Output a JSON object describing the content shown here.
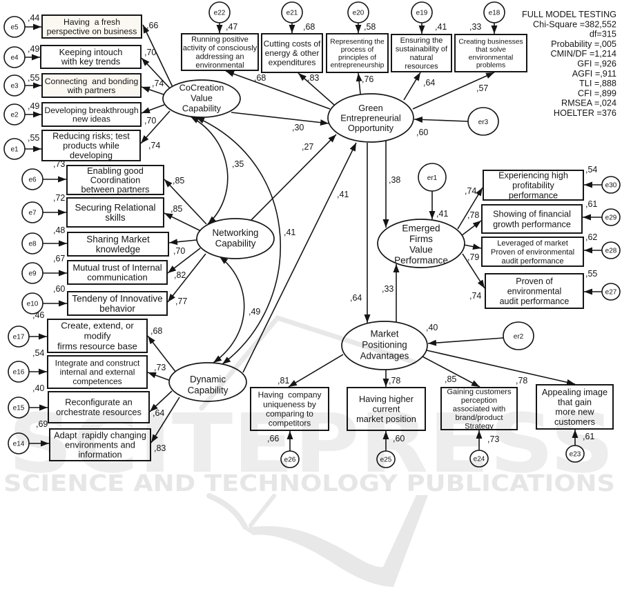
{
  "diagram": {
    "fit_statistics": {
      "title": "FULL MODEL TESTING",
      "lines": [
        "Chi-Square =382,552",
        "df=315",
        "Probability =,005",
        "CMIN/DF =1,214",
        "GFI =,926",
        "AGFI =,911",
        "TLI =,888",
        "CFI =,899",
        "RMSEA =,024",
        "HOELTER =376"
      ]
    },
    "latents": [
      {
        "name": "CoCreation Value Capability",
        "lines": [
          "CoCreation",
          "Value",
          "Capability"
        ]
      },
      {
        "name": "Networking Capability",
        "lines": [
          "Networking",
          "Capability"
        ]
      },
      {
        "name": "Dynamic Capability",
        "lines": [
          "Dynamic",
          "Capability"
        ]
      },
      {
        "name": "Green Entrepreneurial Opportunity",
        "lines": [
          "Green",
          "Entrepreneurial",
          "Opportunity"
        ],
        "r2": ",60",
        "disturbance": "er3"
      },
      {
        "name": "Emerged Firms Value Performance",
        "lines": [
          "Emerged",
          "Firms",
          "Value",
          "Performance"
        ],
        "r2": ",41",
        "disturbance": "er1"
      },
      {
        "name": "Market Positioning Advantages",
        "lines": [
          "Market",
          "Positioning",
          "Advantages"
        ],
        "r2": ",40",
        "disturbance": "er2"
      }
    ],
    "indicators": [
      {
        "latent": "CoCreation Value Capability",
        "error": "e5",
        "lines": [
          "Having  a fresh",
          "perspective on business"
        ],
        "r2": ",44",
        "loading": ",66"
      },
      {
        "latent": "CoCreation Value Capability",
        "error": "e4",
        "lines": [
          "Keeping intouch",
          "with key trends"
        ],
        "r2": ",49",
        "loading": ",70"
      },
      {
        "latent": "CoCreation Value Capability",
        "error": "e3",
        "lines": [
          "Connecting  and bonding",
          "with partners"
        ],
        "r2": ",55",
        "loading": ",74"
      },
      {
        "latent": "CoCreation Value Capability",
        "error": "e2",
        "lines": [
          "Developing breakthrough",
          "new ideas"
        ],
        "r2": ",49",
        "loading": ",70"
      },
      {
        "latent": "CoCreation Value Capability",
        "error": "e1",
        "lines": [
          "Reducing risks; test",
          "products while",
          "developing"
        ],
        "r2": ",55",
        "loading": ",74"
      },
      {
        "latent": "Networking Capability",
        "error": "e6",
        "lines": [
          "Enabling good",
          "Coordination",
          "between partners"
        ],
        "r2": ",73",
        "loading": ",85"
      },
      {
        "latent": "Networking Capability",
        "error": "e7",
        "lines": [
          "Securing Relational",
          "skills"
        ],
        "r2": ",72",
        "loading": ",85"
      },
      {
        "latent": "Networking Capability",
        "error": "e8",
        "lines": [
          "Sharing Market",
          "knowledge"
        ],
        "r2": ",48",
        "loading": ",70"
      },
      {
        "latent": "Networking Capability",
        "error": "e9",
        "lines": [
          "Mutual trust of Internal",
          "communication"
        ],
        "r2": ",67",
        "loading": ",82"
      },
      {
        "latent": "Networking Capability",
        "error": "e10",
        "lines": [
          "Tendeny of Innovative",
          "behavior"
        ],
        "r2": ",60",
        "loading": ",77"
      },
      {
        "latent": "Dynamic Capability",
        "error": "e17",
        "lines": [
          "Create, extend, or",
          "modify",
          "firms resource base"
        ],
        "r2": ",46",
        "loading": ",68"
      },
      {
        "latent": "Dynamic Capability",
        "error": "e16",
        "lines": [
          "Integrate and construct",
          "internal and external",
          "competences"
        ],
        "r2": ",54",
        "loading": ",73"
      },
      {
        "latent": "Dynamic Capability",
        "error": "e15",
        "lines": [
          "Reconfigurate an",
          "orchestrate resources"
        ],
        "r2": ",40",
        "loading": ",64"
      },
      {
        "latent": "Dynamic Capability",
        "error": "e14",
        "lines": [
          "Adapt  rapidly changing",
          "environments and",
          "information"
        ],
        "r2": ",69",
        "loading": ",83"
      },
      {
        "latent": "Green Entrepreneurial Opportunity",
        "error": "e22",
        "lines": [
          "Running positive",
          "activity of consciously",
          "addressing an",
          "environmental"
        ],
        "r2": ",47",
        "loading": ",68"
      },
      {
        "latent": "Green Entrepreneurial Opportunity",
        "error": "e21",
        "lines": [
          "Cutting costs of",
          "energy & other",
          "expenditures"
        ],
        "r2": ",68",
        "loading": ",83"
      },
      {
        "latent": "Green Entrepreneurial Opportunity",
        "error": "e20",
        "lines": [
          "Representing the",
          "process of",
          "principles of",
          "entrepreneurship"
        ],
        "r2": ",58",
        "loading": ",76"
      },
      {
        "latent": "Green Entrepreneurial Opportunity",
        "error": "e19",
        "lines": [
          "Ensuring the",
          "sustainability of",
          "natural",
          "resources"
        ],
        "r2": ",41",
        "loading": ",64"
      },
      {
        "latent": "Green Entrepreneurial Opportunity",
        "error": "e18",
        "lines": [
          "Creating businesses",
          "that solve",
          "environmental",
          "problems"
        ],
        "r2": ",33",
        "loading": ",57"
      },
      {
        "latent": "Emerged Firms Value Performance",
        "error": "e30",
        "lines": [
          "Experiencing high",
          "profitability",
          "performance"
        ],
        "r2": ",54",
        "loading": ",74"
      },
      {
        "latent": "Emerged Firms Value Performance",
        "error": "e29",
        "lines": [
          "Showing of financial",
          "growth performance"
        ],
        "r2": ",61",
        "loading": ",78"
      },
      {
        "latent": "Emerged Firms Value Performance",
        "error": "e28",
        "lines": [
          "Leveraged of market",
          "Proven of environmental",
          "audit performance"
        ],
        "r2": ",62",
        "loading": ",79"
      },
      {
        "latent": "Emerged Firms Value Performance",
        "error": "e27",
        "lines": [
          "Proven of",
          "environmental",
          "audit performance"
        ],
        "r2": ",55",
        "loading": ",74"
      },
      {
        "latent": "Market Positioning Advantages",
        "error": "e26",
        "lines": [
          "Having  company",
          "uniqueness by",
          "comparing to",
          "competitors"
        ],
        "r2": ",66",
        "loading": ",81"
      },
      {
        "latent": "Market Positioning Advantages",
        "error": "e25",
        "lines": [
          "Having higher",
          "current",
          "market position"
        ],
        "r2": ",60",
        "loading": ",78"
      },
      {
        "latent": "Market Positioning Advantages",
        "error": "e24",
        "lines": [
          "Gaining customers",
          "perception",
          "associated with",
          "brand/product",
          "Strategy"
        ],
        "r2": ",73",
        "loading": ",85"
      },
      {
        "latent": "Market Positioning Advantages",
        "error": "e23",
        "lines": [
          "Appealing image",
          "that gain",
          "more new",
          "customers"
        ],
        "r2": ",61",
        "loading": ",78"
      }
    ],
    "structural_paths": [
      {
        "from": "CoCreation Value Capability",
        "to": "Green Entrepreneurial Opportunity",
        "coef": ",30"
      },
      {
        "from": "Networking Capability",
        "to": "Green Entrepreneurial Opportunity",
        "coef": ",27"
      },
      {
        "from": "Dynamic Capability",
        "to": "Green Entrepreneurial Opportunity",
        "coef": ",41"
      },
      {
        "from": "Green Entrepreneurial Opportunity",
        "to": "Emerged Firms Value Performance",
        "coef": ",38"
      },
      {
        "from": "Green Entrepreneurial Opportunity",
        "to": "Market Positioning Advantages",
        "coef": ",64"
      },
      {
        "from": "Market Positioning Advantages",
        "to": "Emerged Firms Value Performance",
        "coef": ",33"
      }
    ],
    "covariances": [
      {
        "between": [
          "CoCreation Value Capability",
          "Networking Capability"
        ],
        "value": ",35"
      },
      {
        "between": [
          "CoCreation Value Capability",
          "Dynamic Capability"
        ],
        "value": ",41"
      },
      {
        "between": [
          "Networking Capability",
          "Dynamic Capability"
        ],
        "value": ",49"
      }
    ]
  },
  "watermark": {
    "brand": "SCITEPRESS",
    "tagline": "SCIENCE AND TECHNOLOGY PUBLICATIONS"
  },
  "colors": {
    "ink": "#151515",
    "background": "#ffffff",
    "watermark": "#e7e8e7"
  }
}
